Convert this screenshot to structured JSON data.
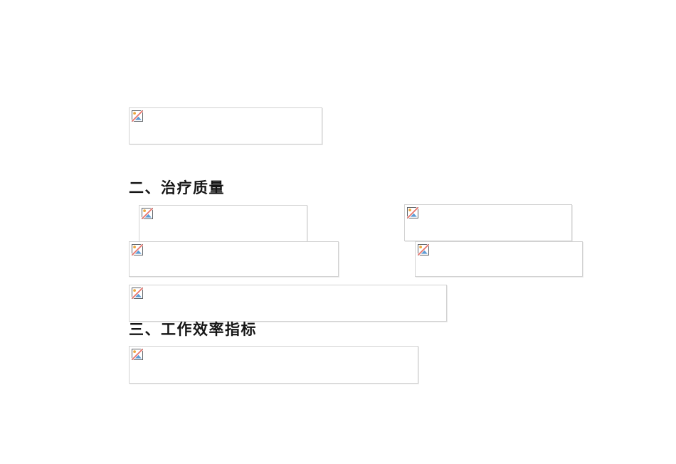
{
  "document": {
    "headings": {
      "section2": "二、治疗质量",
      "section3": "三、工作效率指标"
    },
    "broken_image_count": 7,
    "broken_image_icon": "broken-image-icon",
    "broken_image_alt_text": ""
  },
  "colors": {
    "page_bg": "#ffffff",
    "placeholder_border": "#d2d2d2",
    "placeholder_shadow": "#e9e9e9",
    "icon_frame": "#5f6368",
    "icon_mountain": "#5b9bd5",
    "icon_sun": "#eda73e",
    "icon_slash": "#e8746c",
    "heading_text": "#151515"
  }
}
